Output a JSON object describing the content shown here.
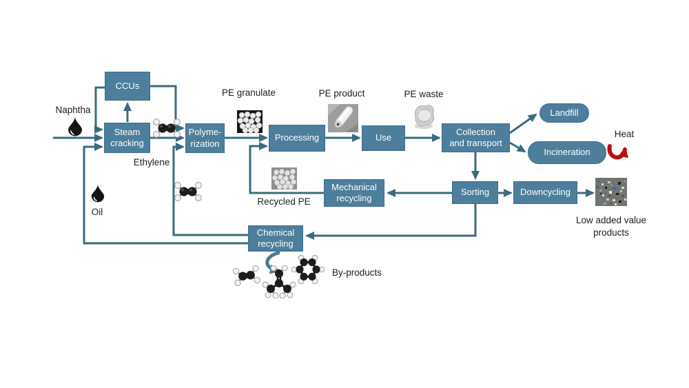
{
  "diagram": {
    "nodes": {
      "ccus": "CCUs",
      "steam_cracking": "Steam\ncracking",
      "polymerization": "Polyme-\nrization",
      "processing": "Processing",
      "use": "Use",
      "collection": "Collection\nand transport",
      "sorting": "Sorting",
      "downcycling": "Downcycling",
      "mechanical_recycling": "Mechanical\nrecycling",
      "chemical_recycling": "Chemical\nrecycling",
      "landfill": "Landfill",
      "incineration": "Incineration"
    },
    "labels": {
      "naphtha": "Naphtha",
      "oil": "Oil",
      "ethylene": "Ethylene",
      "pe_granulate": "PE granulate",
      "pe_product": "PE product",
      "pe_waste": "PE waste",
      "recycled_pe": "Recycled PE",
      "heat": "Heat",
      "low_added_value": "Low added value\nproducts",
      "by_products": "By-products"
    },
    "icons": [
      "oil-droplet-icon",
      "ethylene-molecule-icon",
      "byproduct-ethylene-molecule-icon",
      "byproduct-isobutylene-molecule-icon",
      "byproduct-ring-molecule-icon",
      "pe-granulate-image",
      "pe-product-image",
      "pe-waste-image",
      "recycled-pe-image",
      "low-added-value-products-image",
      "heat-curved-arrow-icon",
      "byproducts-curved-arrow-icon"
    ],
    "colors": {
      "node_fill": "#4d7e9c",
      "node_border": "#3c6d8d",
      "arrow": "#3a6b7e",
      "heat_arrow": "#c00b0b",
      "node_text": "#ffffff",
      "label_text": "#1c1c1c",
      "background": "#ffffff"
    }
  }
}
